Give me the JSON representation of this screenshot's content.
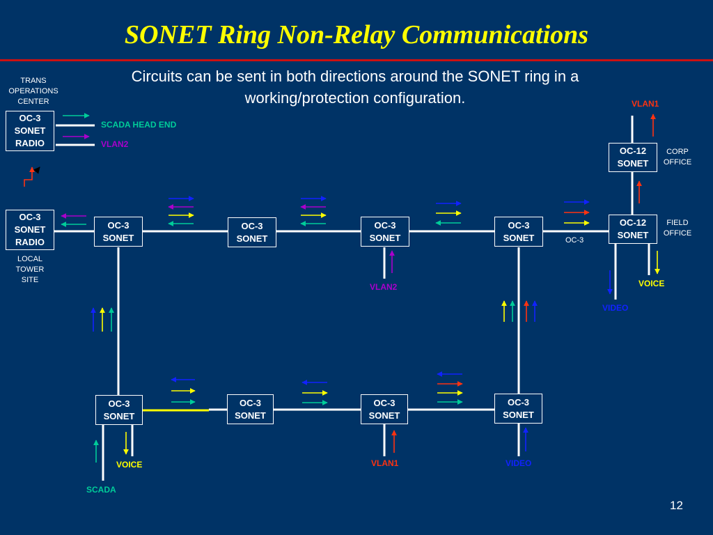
{
  "title": "SONET Ring Non-Relay Communications",
  "subtitle": "Circuits can be sent in both directions around the SONET ring in a working/protection configuration.",
  "page_number": "12",
  "colors": {
    "background": "#003366",
    "title": "#ffff00",
    "rule": "#cc1111",
    "scada": "#00cc99",
    "vlan2": "#aa00cc",
    "vlan1": "#ff3311",
    "voice": "#ffff00",
    "video": "#1122ff",
    "wire": "#ffffff"
  },
  "nodes": {
    "toc_radio": [
      "OC-3",
      "SONET",
      "RADIO"
    ],
    "tower_radio": [
      "OC-3",
      "SONET",
      "RADIO"
    ],
    "corp": [
      "OC-12",
      "SONET"
    ],
    "field": [
      "OC-12",
      "SONET"
    ],
    "r1": [
      "OC-3",
      "SONET"
    ],
    "r2": [
      "OC-3",
      "SONET"
    ],
    "r3": [
      "OC-3",
      "SONET"
    ],
    "r4": [
      "OC-3",
      "SONET"
    ],
    "b1": [
      "OC-3",
      "SONET"
    ],
    "b2": [
      "OC-3",
      "SONET"
    ],
    "b3": [
      "OC-3",
      "SONET"
    ],
    "b4": [
      "OC-3",
      "SONET"
    ]
  },
  "labels": {
    "trans_ops": [
      "TRANS",
      "OPERATIONS",
      "CENTER"
    ],
    "local_tower": [
      "LOCAL",
      "TOWER",
      "SITE"
    ],
    "corp_office": [
      "CORP",
      "OFFICE"
    ],
    "field_office": [
      "FIELD",
      "OFFICE"
    ],
    "scada_head_end": "SCADA HEAD END",
    "vlan2_toc": "VLAN2",
    "vlan1_top": "VLAN1",
    "oc3_link": "OC-3",
    "vlan2_r3": "VLAN2",
    "voice_field": "VOICE",
    "video_field": "VIDEO",
    "voice_b1": "VOICE",
    "scada_b1": "SCADA",
    "vlan1_b3": "VLAN1",
    "video_b4": "VIDEO"
  }
}
